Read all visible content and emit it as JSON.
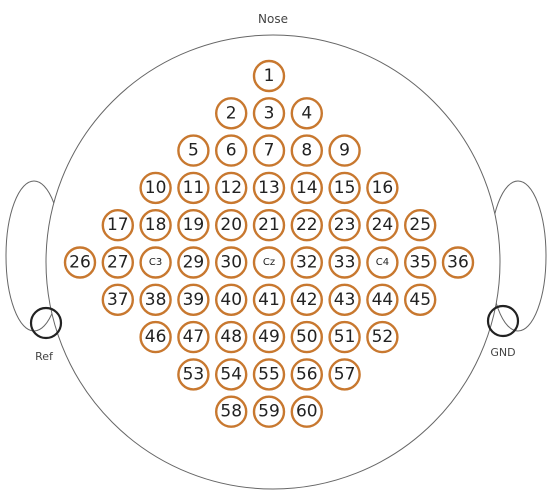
{
  "labels": {
    "nose": "Nose",
    "ref": "Ref",
    "gnd": "GND"
  },
  "colors": {
    "electrode_ring": "#c8782f",
    "outline": "#555555",
    "text": "#222222"
  },
  "electrodes": {
    "rows": [
      [
        "1"
      ],
      [
        "2",
        "3",
        "4"
      ],
      [
        "5",
        "6",
        "7",
        "8",
        "9"
      ],
      [
        "10",
        "11",
        "12",
        "13",
        "14",
        "15",
        "16"
      ],
      [
        "17",
        "18",
        "19",
        "20",
        "21",
        "22",
        "23",
        "24",
        "25"
      ],
      [
        "26",
        "27",
        "C3",
        "29",
        "30",
        "Cz",
        "32",
        "33",
        "C4",
        "35",
        "36"
      ],
      [
        "37",
        "38",
        "39",
        "40",
        "41",
        "42",
        "43",
        "44",
        "45"
      ],
      [
        "46",
        "47",
        "48",
        "49",
        "50",
        "51",
        "52"
      ],
      [
        "53",
        "54",
        "55",
        "56",
        "57"
      ],
      [
        "58",
        "59",
        "60"
      ]
    ]
  }
}
